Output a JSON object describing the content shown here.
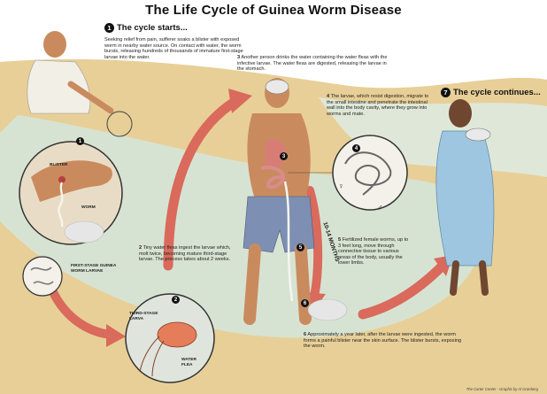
{
  "title": "The Life Cycle of Guinea Worm Disease",
  "step1": {
    "number": "1",
    "heading": "The cycle starts...",
    "text": "Seeking relief from pain, sufferer soaks a blister with exposed worm in nearby water source. On contact with water, the worm bursts, releasing hundreds of thousands of immature first-stage larvae into the water."
  },
  "step2": {
    "number": "2",
    "text": "Tiny water fleas ingest the larvae which, molt twice, becoming mature third-stage larvae. The process takes about 2 weeks."
  },
  "step3": {
    "number": "3",
    "text": "Another person drinks the water containing the water fleas with the infective larvae. The water fleas are digested, releasing the larvae in the stomach."
  },
  "step4": {
    "number": "4",
    "text": "The larvae, which resist digestion, migrate to the small intestine and penetrate the intestinal wall into the body cavity, where they grow into worms and mate."
  },
  "step5": {
    "number": "5",
    "text": "Fertilized female worms, up to 3 feet long, move through connective tissue to various areas of the body, usually the lower limbs."
  },
  "step6": {
    "number": "6",
    "text": "Approximately a year later, after the larvae were ingested, the worm forms a painful blister near the skin surface. The blister bursts, exposing the worm."
  },
  "step7": {
    "number": "7",
    "heading": "The cycle continues..."
  },
  "labels": {
    "blister": "BLISTER",
    "worm": "WORM",
    "first_stage": "FIRST-STAGE GUINEA WORM LARVAE",
    "third_stage": "THIRD-STAGE LARVA",
    "water_flea": "WATER FLEA",
    "months": "10-14 MONTHS",
    "male": "♂",
    "female": "♀"
  },
  "credit": "The Carter Center - Graphic by Al Granberg",
  "colors": {
    "water": "#d7e3d2",
    "sand": "#e8cf97",
    "arrow": "#d96a5c",
    "skin": "#c98b5e",
    "cloth": "#7d8fb3"
  }
}
